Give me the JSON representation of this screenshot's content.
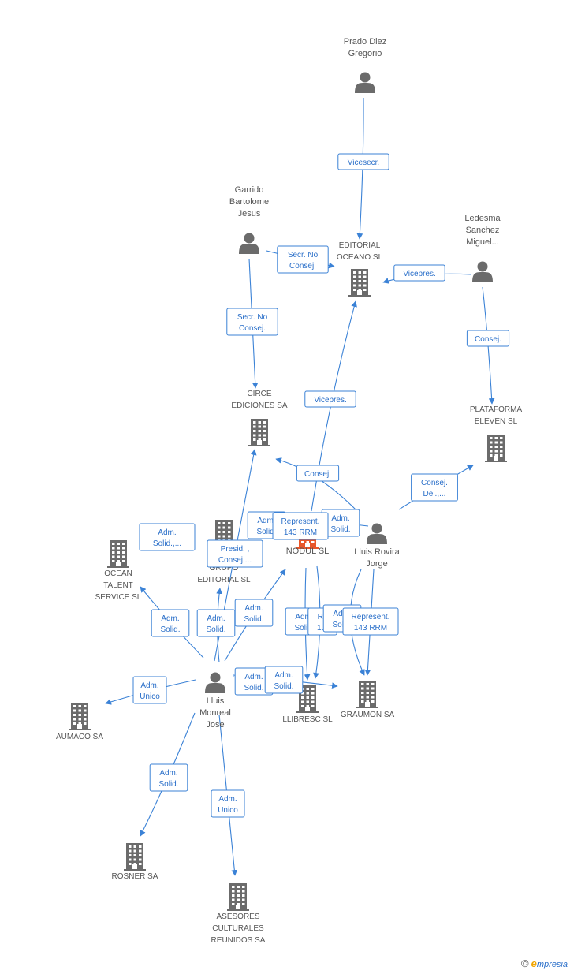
{
  "nodes": [
    {
      "id": "prado",
      "type": "person",
      "lines": [
        "Prado Diez",
        "Gregorio"
      ]
    },
    {
      "id": "garrido",
      "type": "person",
      "lines": [
        "Garrido",
        "Bartolome",
        "Jesus"
      ]
    },
    {
      "id": "ledesma",
      "type": "person",
      "lines": [
        "Ledesma",
        "Sanchez",
        "Miguel..."
      ]
    },
    {
      "id": "editorial",
      "type": "company",
      "lines": [
        "EDITORIAL",
        "OCEANO SL"
      ]
    },
    {
      "id": "circe",
      "type": "company",
      "lines": [
        "CIRCE",
        "EDICIONES SA"
      ]
    },
    {
      "id": "plataforma",
      "type": "company",
      "lines": [
        "PLATAFORMA",
        "ELEVEN  SL"
      ]
    },
    {
      "id": "nodul",
      "type": "company",
      "focus": true,
      "lines": [
        "NODUL SL"
      ]
    },
    {
      "id": "rovira",
      "type": "person",
      "lines": [
        "Lluis Rovira",
        "Jorge"
      ]
    },
    {
      "id": "ogrupo",
      "type": "company",
      "lines": [
        "O",
        "GRUPO",
        "EDITORIAL  SL"
      ]
    },
    {
      "id": "oceantalent",
      "type": "company",
      "lines": [
        "OCEAN",
        "TALENT",
        "SERVICE  SL"
      ]
    },
    {
      "id": "monreal",
      "type": "person",
      "lines": [
        "Lluis",
        "Monreal",
        "Jose"
      ]
    },
    {
      "id": "llibresc",
      "type": "company",
      "lines": [
        "LLIBRESC SL"
      ]
    },
    {
      "id": "graumon",
      "type": "company",
      "lines": [
        "GRAUMON SA"
      ]
    },
    {
      "id": "aumaco",
      "type": "company",
      "lines": [
        "AUMACO SA"
      ]
    },
    {
      "id": "rosner",
      "type": "company",
      "lines": [
        "ROSNER SA"
      ]
    },
    {
      "id": "asesores",
      "type": "company",
      "lines": [
        "ASESORES",
        "CULTURALES",
        "REUNIDOS SA"
      ]
    }
  ],
  "edges": [
    {
      "from": "prado",
      "to": "editorial",
      "label": [
        "Vicesecr."
      ]
    },
    {
      "from": "garrido",
      "to": "editorial",
      "label": [
        "Secr.  No",
        "Consej."
      ]
    },
    {
      "from": "garrido",
      "to": "circe",
      "label": [
        "Secr.  No",
        "Consej."
      ]
    },
    {
      "from": "ledesma",
      "to": "editorial",
      "label": [
        "Vicepres."
      ]
    },
    {
      "from": "ledesma",
      "to": "plataforma",
      "label": [
        "Consej."
      ]
    },
    {
      "from": "nodul",
      "to": "editorial",
      "label": [
        "Vicepres."
      ]
    },
    {
      "from": "rovira",
      "to": "circe",
      "label": [
        "Consej."
      ]
    },
    {
      "from": "rovira",
      "to": "plataforma",
      "label": [
        "Consej.",
        "Del.,..."
      ]
    },
    {
      "from": "rovira",
      "to": "nodul",
      "label": [
        "Adm.",
        "Solid."
      ]
    },
    {
      "from": "nodul",
      "to": "ogrupo",
      "label": [
        "Adm.",
        "Solid."
      ]
    },
    {
      "from": "nodul",
      "to": "ogrupo",
      "label": [
        "Represent.",
        "143 RRM"
      ]
    },
    {
      "from": "ogrupo",
      "to": "oceantalent",
      "label": [
        "Adm.",
        "Solid.,..."
      ]
    },
    {
      "from": "monreal",
      "to": "circe",
      "label": [
        "Presid. ,",
        "Consej...."
      ]
    },
    {
      "from": "monreal",
      "to": "oceantalent",
      "label": [
        "Adm.",
        "Solid."
      ]
    },
    {
      "from": "monreal",
      "to": "ogrupo",
      "label": [
        "Adm.",
        "Solid."
      ]
    },
    {
      "from": "monreal",
      "to": "nodul",
      "label": [
        "Adm.",
        "Solid."
      ]
    },
    {
      "from": "nodul",
      "to": "llibresc",
      "label": [
        "Adm.",
        "Solid."
      ]
    },
    {
      "from": "nodul",
      "to": "llibresc",
      "label": [
        "Re",
        "1..."
      ]
    },
    {
      "from": "rovira",
      "to": "llibresc",
      "label": [
        "Adm.",
        "Solid."
      ]
    },
    {
      "from": "rovira",
      "to": "graumon",
      "label": [
        "Represent.",
        "143 RRM"
      ]
    },
    {
      "from": "monreal",
      "to": "llibresc",
      "label": [
        "Adm.",
        "Solid."
      ]
    },
    {
      "from": "monreal",
      "to": "graumon",
      "label": [
        "Adm.",
        "Solid."
      ]
    },
    {
      "from": "monreal",
      "to": "aumaco",
      "label": [
        "Adm.",
        "Unico"
      ]
    },
    {
      "from": "monreal",
      "to": "rosner",
      "label": [
        "Adm.",
        "Solid."
      ]
    },
    {
      "from": "monreal",
      "to": "asesores",
      "label": [
        "Adm.",
        "Unico"
      ]
    }
  ],
  "watermark": {
    "copyright": "©",
    "brand_initial": "e",
    "brand_rest": "mpresia"
  },
  "colors": {
    "edge": "#3b82d6",
    "icon": "#6b6b6b",
    "focus": "#e8562a",
    "label_text": "#2a6fc9"
  }
}
